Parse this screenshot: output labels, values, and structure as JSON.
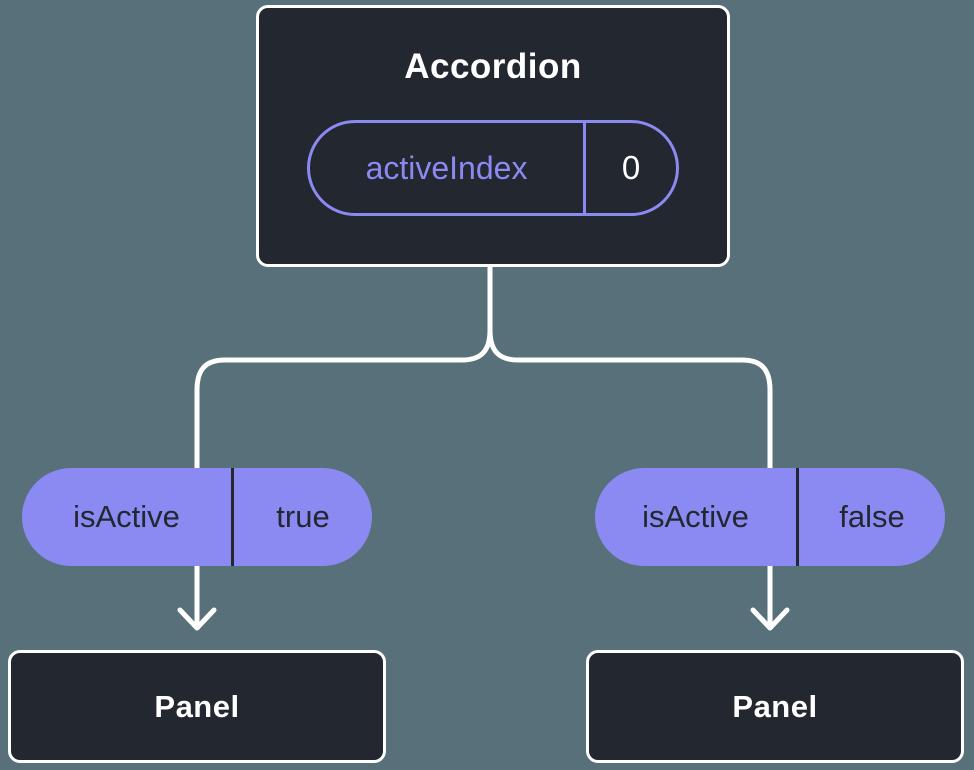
{
  "root": {
    "title": "Accordion",
    "state_name": "activeIndex",
    "state_value": "0"
  },
  "props": [
    {
      "name": "isActive",
      "value": "true"
    },
    {
      "name": "isActive",
      "value": "false"
    }
  ],
  "panels": [
    {
      "title": "Panel"
    },
    {
      "title": "Panel"
    }
  ],
  "colors": {
    "background": "#587079",
    "node_fill": "#23272f",
    "node_border": "#ffffff",
    "accent_purple": "#8a8af2",
    "pill_text_dark": "#23272f",
    "state_value_color": "#ffffff",
    "connector": "#ffffff"
  }
}
